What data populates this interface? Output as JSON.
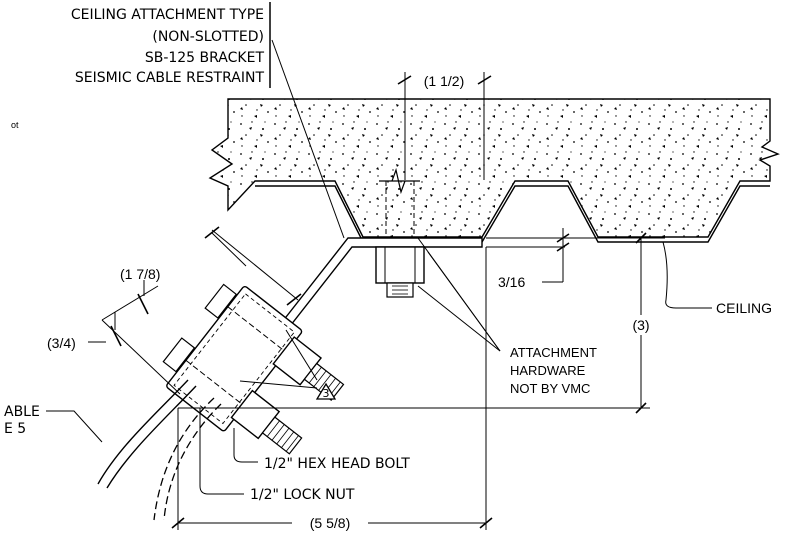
{
  "title_block": {
    "line1": "CEILING ATTACHMENT TYPE",
    "line2": "(NON-SLOTTED)",
    "line3": "SB-125 BRACKET",
    "line4": "SEISMIC CABLE RESTRAINT"
  },
  "left_edge_fragment": "ot",
  "dimensions": {
    "top_width": "(1 1/2)",
    "bracket_length": "(1 7/8)",
    "edge_offset": "(3/4)",
    "gap": "3/16",
    "height": "(3)",
    "bottom_length": "(5 5/8)"
  },
  "callouts": {
    "ceiling": "CEILING",
    "attachment_line1": "ATTACHMENT",
    "attachment_line2": "HARDWARE",
    "attachment_line3": "NOT BY VMC",
    "hex_bolt": "1/2\" HEX HEAD BOLT",
    "lock_nut": "1/2\" LOCK NUT",
    "cable_line1": "ABLE",
    "cable_line2": "E 5"
  },
  "note_marker": "3"
}
